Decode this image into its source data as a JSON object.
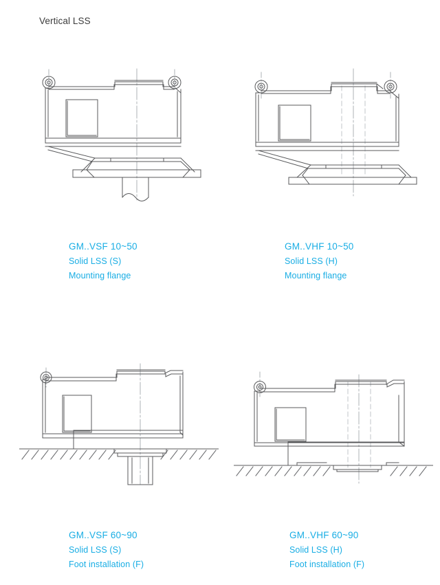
{
  "header": {
    "title": "Vertical LSS"
  },
  "colors": {
    "caption_text": "#18ade4",
    "header_text": "#3b3b3b",
    "drawing_line": "#58595b",
    "background": "#ffffff"
  },
  "figures": [
    {
      "id": "top-left",
      "drawing_name": "gearbox-vsf-flange-mount",
      "variant": "solid-shaft-down",
      "caption": {
        "title": "GM..VSF 10~50",
        "line2": "Solid LSS (S)",
        "line3": "Mounting flange"
      }
    },
    {
      "id": "top-right",
      "drawing_name": "gearbox-vhf-flange-mount",
      "variant": "hollow-shaft",
      "caption": {
        "title": "GM..VHF 10~50",
        "line2": "Solid LSS (H)",
        "line3": "Mounting flange"
      }
    },
    {
      "id": "bottom-left",
      "drawing_name": "gearbox-vsf-foot-mount",
      "variant": "solid-shaft-through-floor",
      "caption": {
        "title": "GM..VSF 60~90",
        "line2": "Solid LSS (S)",
        "line3": "Foot installation (F)"
      }
    },
    {
      "id": "bottom-right",
      "drawing_name": "gearbox-vhf-foot-mount",
      "variant": "hollow-shaft-through-floor",
      "caption": {
        "title": "GM..VHF 60~90",
        "line2": "Solid LSS (H)",
        "line3": "Foot installation (F)"
      }
    }
  ]
}
